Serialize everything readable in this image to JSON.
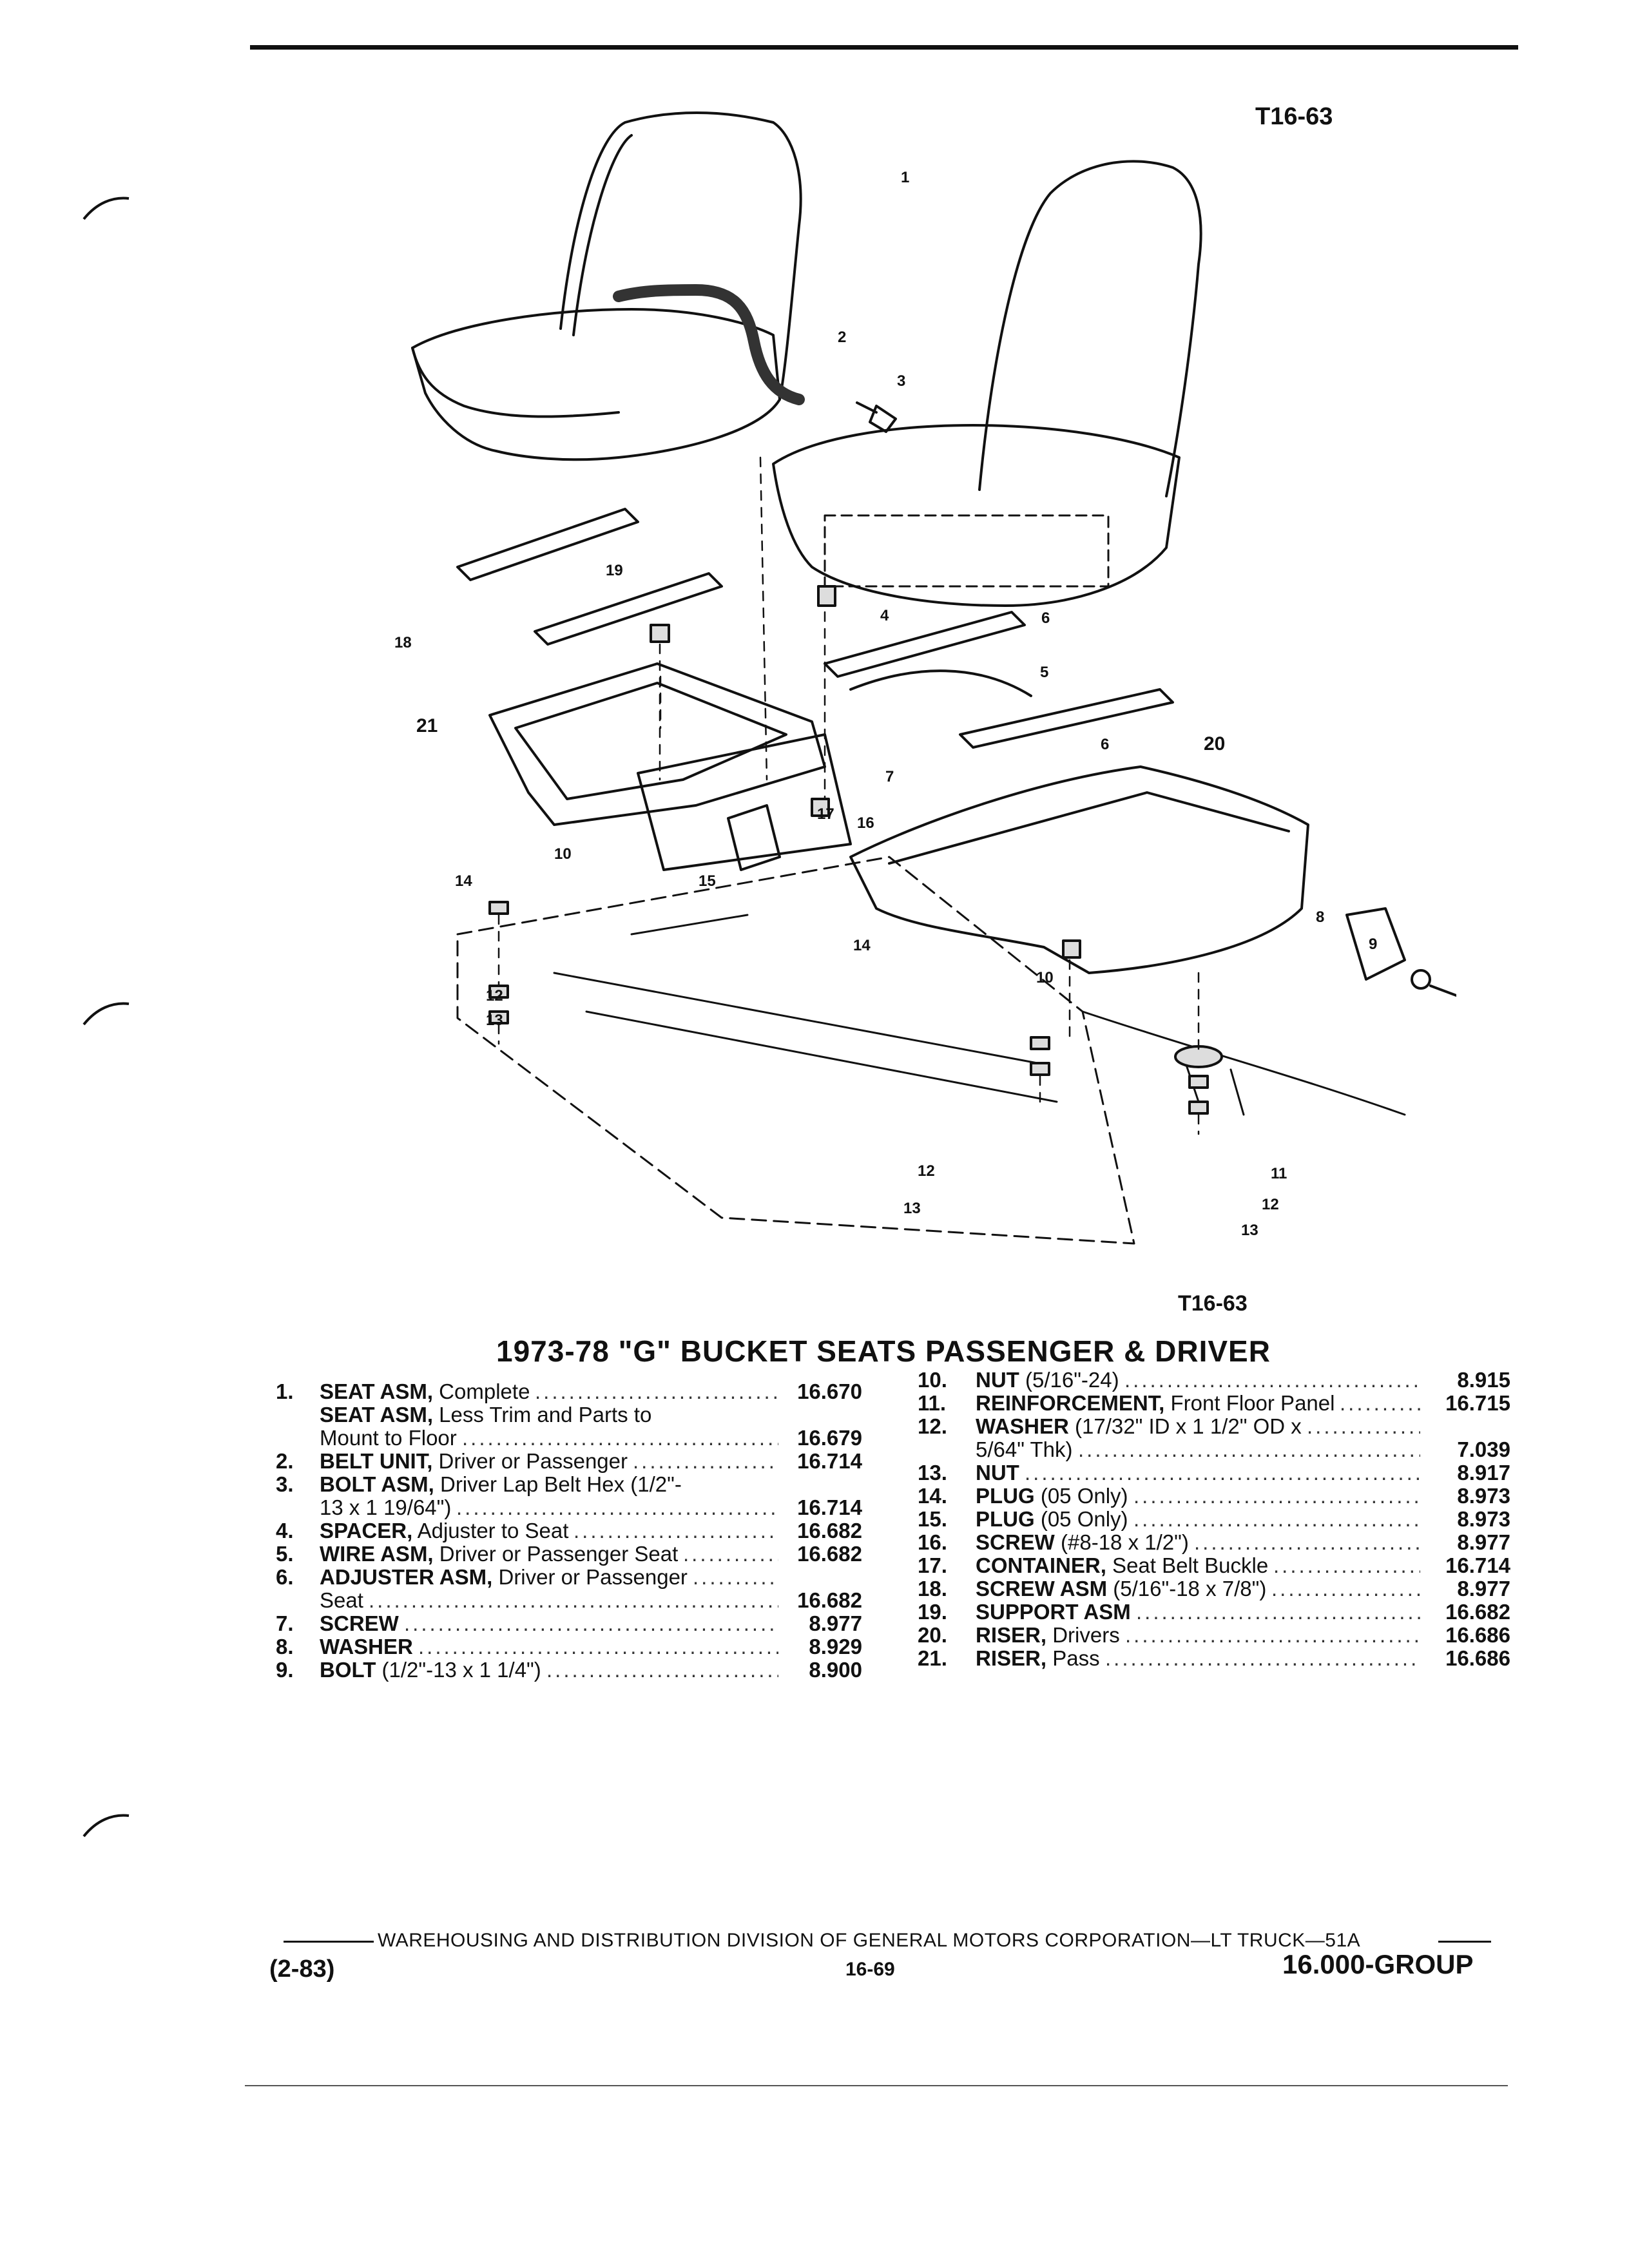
{
  "figure_code_top": "T16-63",
  "figure_code_bottom": "T16-63",
  "title": "1973-78 \"G\" BUCKET SEATS PASSENGER & DRIVER",
  "callouts": [
    "1",
    "2",
    "3",
    "4",
    "5",
    "6",
    "6",
    "7",
    "8",
    "9",
    "10",
    "10",
    "11",
    "12",
    "12",
    "12",
    "13",
    "13",
    "13",
    "14",
    "14",
    "15",
    "16",
    "17",
    "18",
    "19",
    "20",
    "21"
  ],
  "parts_left": [
    {
      "num": "1.",
      "name": "SEAT ASM,",
      "desc": " Complete",
      "code": "16.670"
    },
    {
      "num": "",
      "name": "SEAT ASM,",
      "desc": " Less Trim and Parts to",
      "code": ""
    },
    {
      "num": "",
      "name": "",
      "desc": "Mount to Floor",
      "code": "16.679"
    },
    {
      "num": "2.",
      "name": "BELT UNIT,",
      "desc": " Driver or Passenger",
      "code": "16.714"
    },
    {
      "num": "3.",
      "name": "BOLT ASM,",
      "desc": " Driver Lap Belt Hex (1/2\"-",
      "code": ""
    },
    {
      "num": "",
      "name": "",
      "desc": "13 x 1 19/64\")",
      "code": "16.714"
    },
    {
      "num": "4.",
      "name": "SPACER,",
      "desc": " Adjuster to Seat",
      "code": "16.682"
    },
    {
      "num": "5.",
      "name": "WIRE ASM,",
      "desc": " Driver or Passenger Seat",
      "code": "16.682"
    },
    {
      "num": "6.",
      "name": "ADJUSTER ASM,",
      "desc": " Driver or Passenger",
      "code": ""
    },
    {
      "num": "",
      "name": "",
      "desc": "Seat",
      "code": "16.682"
    },
    {
      "num": "7.",
      "name": "SCREW",
      "desc": "",
      "code": "8.977"
    },
    {
      "num": "8.",
      "name": "WASHER",
      "desc": "",
      "code": "8.929"
    },
    {
      "num": "9.",
      "name": "BOLT",
      "desc": " (1/2\"-13 x 1 1/4\")",
      "code": "8.900"
    }
  ],
  "parts_right": [
    {
      "num": "10.",
      "name": "NUT",
      "desc": " (5/16\"-24)",
      "code": "8.915"
    },
    {
      "num": "11.",
      "name": "REINFORCEMENT,",
      "desc": " Front Floor Panel",
      "code": "16.715"
    },
    {
      "num": "12.",
      "name": "WASHER",
      "desc": " (17/32\" ID x 1 1/2\" OD x",
      "code": ""
    },
    {
      "num": "",
      "name": "",
      "desc": "5/64\" Thk)",
      "code": "7.039"
    },
    {
      "num": "13.",
      "name": "NUT",
      "desc": "",
      "code": "8.917"
    },
    {
      "num": "14.",
      "name": "PLUG",
      "desc": " (05 Only)",
      "code": "8.973"
    },
    {
      "num": "15.",
      "name": "PLUG",
      "desc": " (05 Only)",
      "code": "8.973"
    },
    {
      "num": "16.",
      "name": "SCREW",
      "desc": " (#8-18 x 1/2\")",
      "code": "8.977"
    },
    {
      "num": "17.",
      "name": "CONTAINER,",
      "desc": " Seat Belt Buckle",
      "code": "16.714"
    },
    {
      "num": "18.",
      "name": "SCREW ASM",
      "desc": " (5/16\"-18 x 7/8\")",
      "code": "8.977"
    },
    {
      "num": "19.",
      "name": "SUPPORT ASM",
      "desc": "",
      "code": "16.682"
    },
    {
      "num": "20.",
      "name": "RISER,",
      "desc": " Drivers",
      "code": "16.686"
    },
    {
      "num": "21.",
      "name": "RISER,",
      "desc": " Pass",
      "code": "16.686"
    }
  ],
  "footer": {
    "line": "WAREHOUSING AND DISTRIBUTION  DIVISION OF GENERAL MOTORS CORPORATION—LT TRUCK—51A",
    "date": "(2-83)",
    "page": "16-69",
    "group": "16.000-GROUP"
  }
}
